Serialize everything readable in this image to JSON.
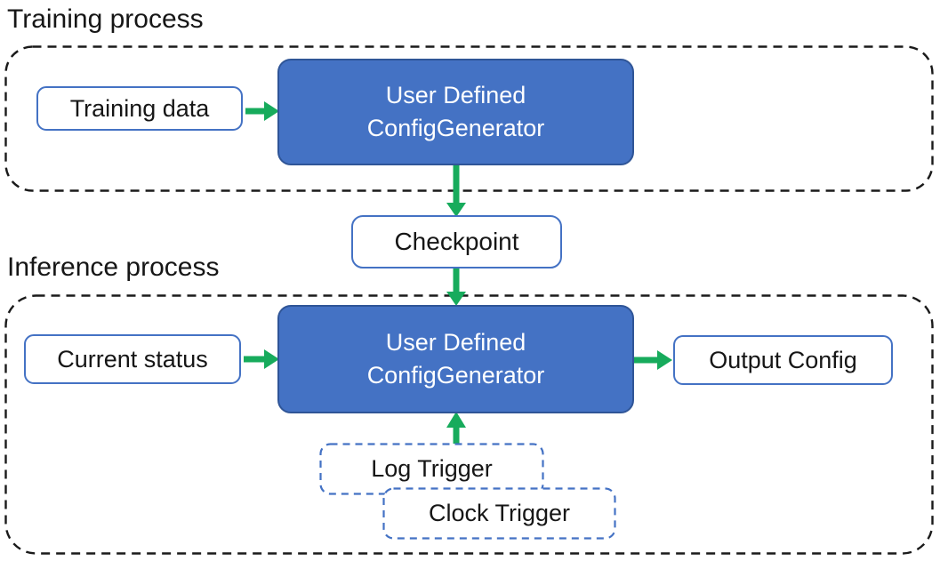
{
  "colors": {
    "canvas_bg": "#ffffff",
    "node_blue_fill": "#4472C4",
    "node_blue_border": "#2F5597",
    "outline_blue": "#4472C4",
    "arrow_green": "#17AB5C",
    "dash_black": "#1a1a1a",
    "text_dark": "#161616",
    "text_light": "#ffffff"
  },
  "diagram": {
    "training": {
      "label": "Training process",
      "input_label": "Training data",
      "generator_line1": "User Defined",
      "generator_line2": "ConfigGenerator"
    },
    "checkpoint_label": "Checkpoint",
    "inference": {
      "label": "Inference process",
      "input_label": "Current status",
      "generator_line1": "User Defined",
      "generator_line2": "ConfigGenerator",
      "output_label": "Output Config",
      "triggers": [
        "Log Trigger",
        "Clock Trigger"
      ]
    }
  }
}
